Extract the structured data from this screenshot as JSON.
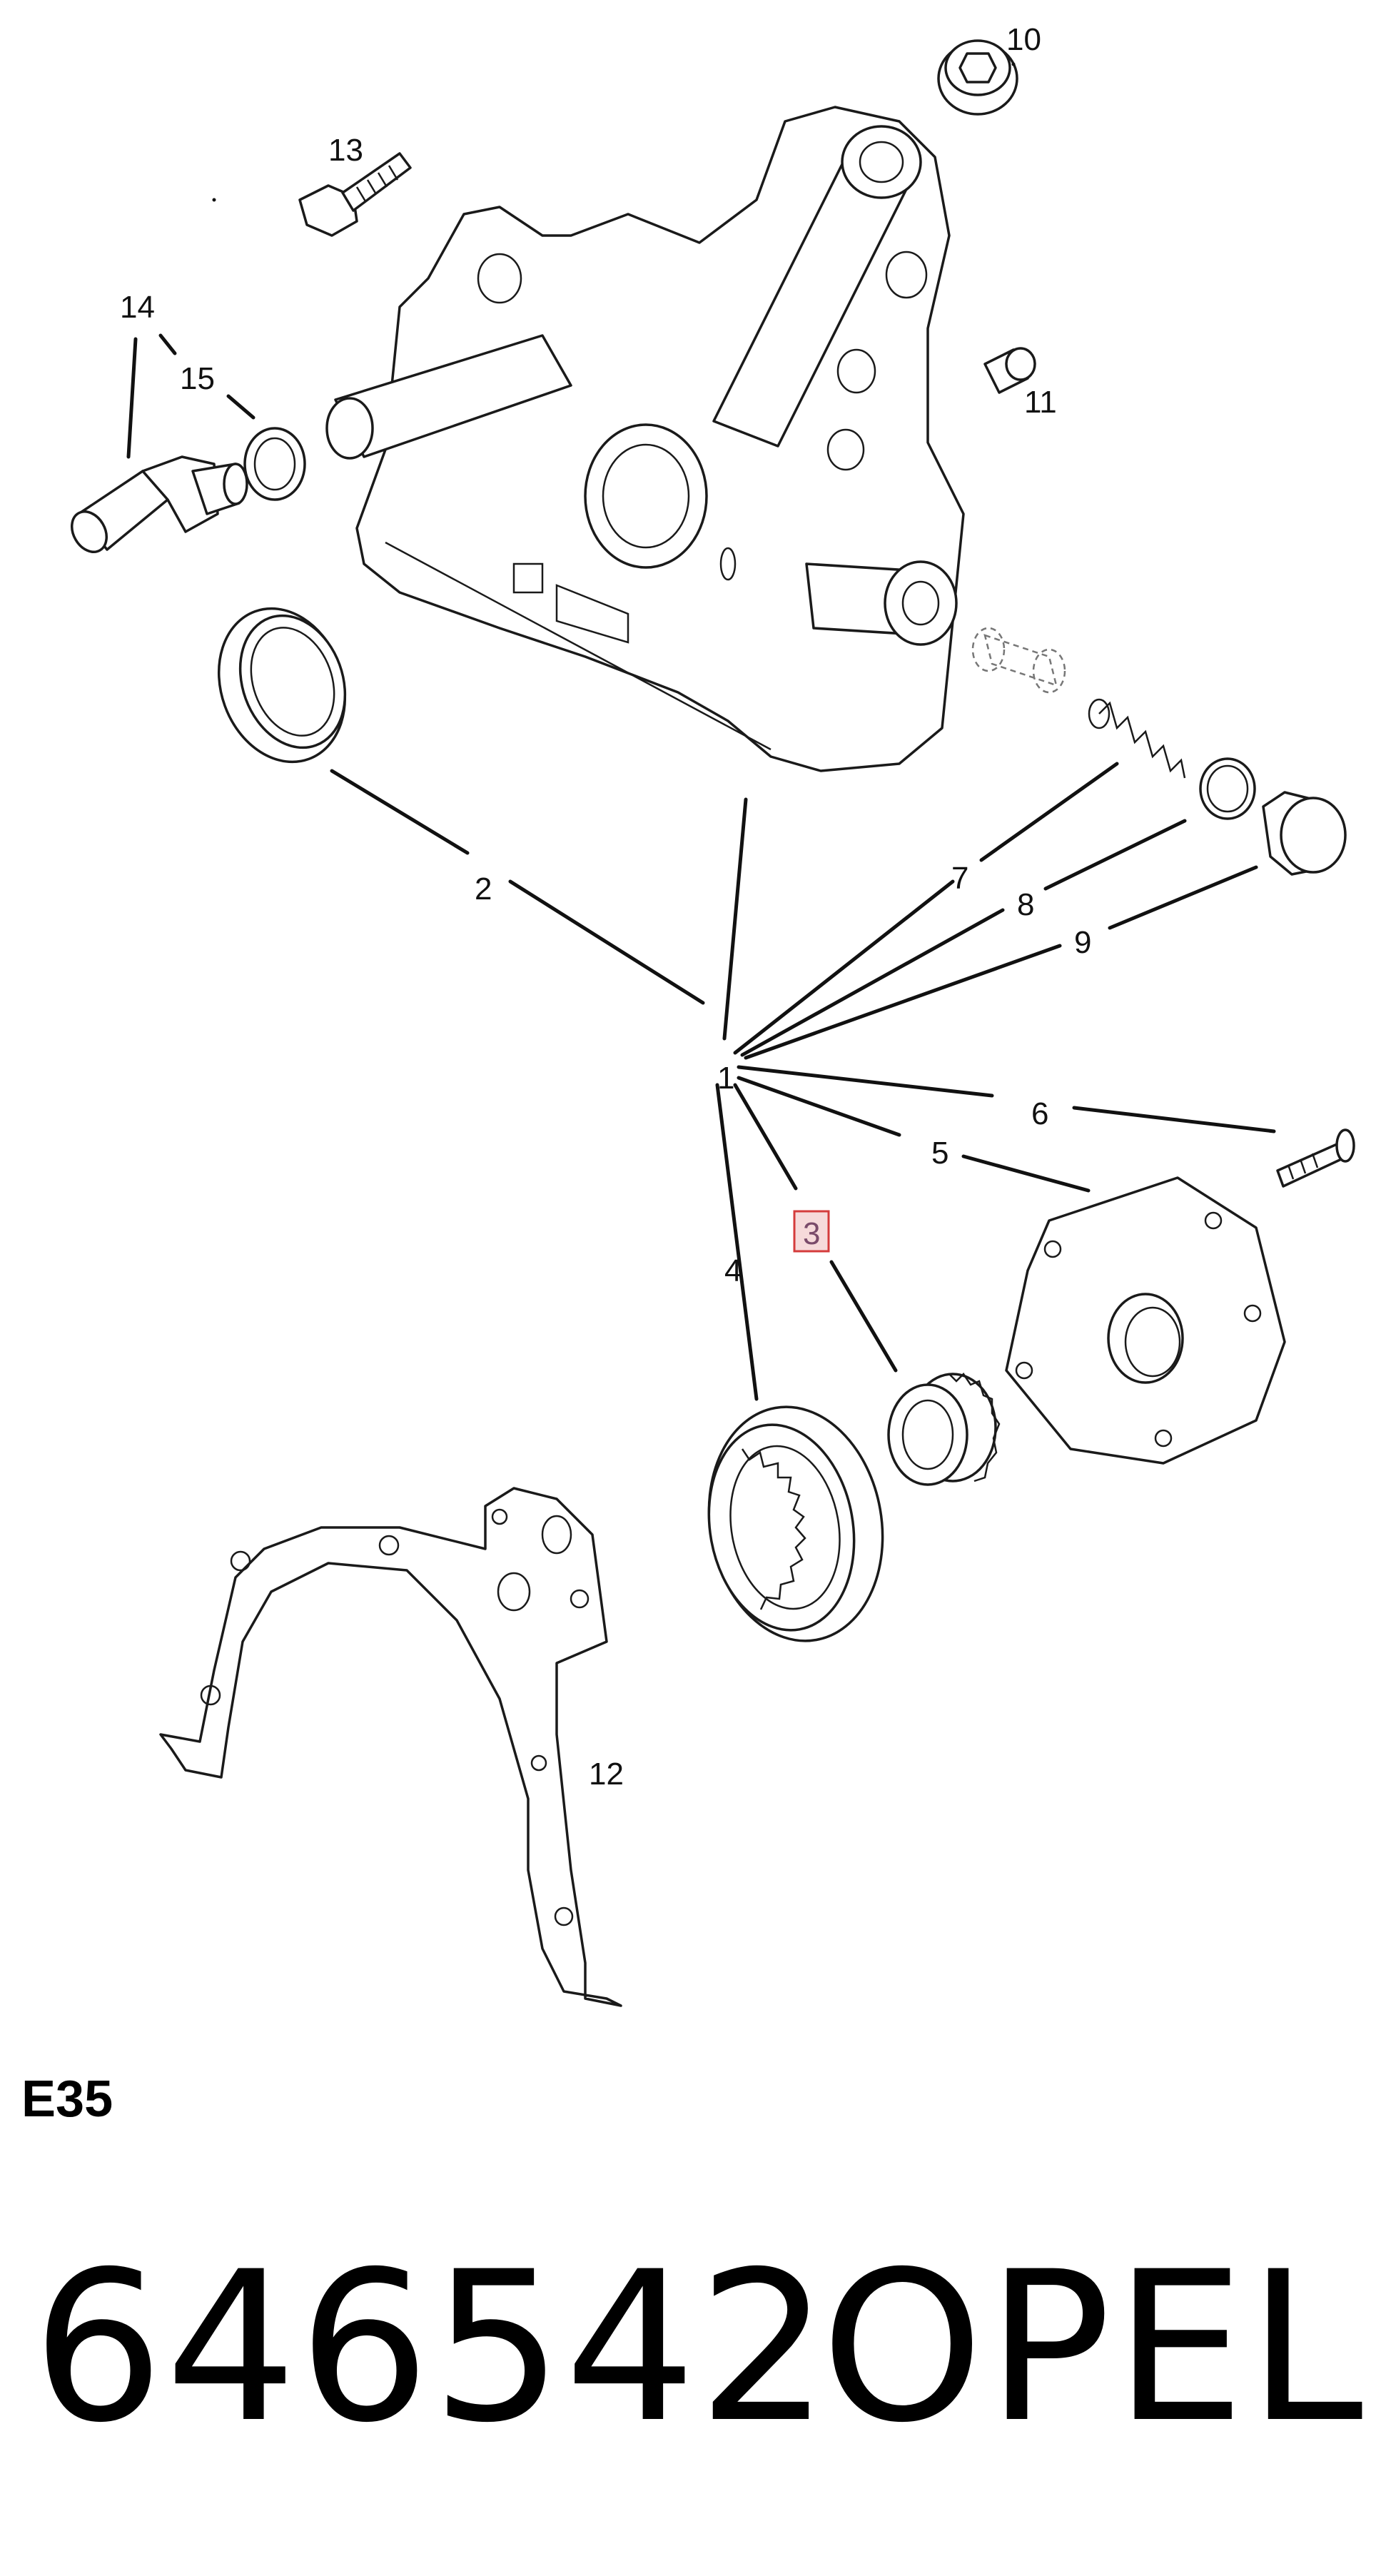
{
  "diagram": {
    "section_code": "E35",
    "part_number": "646542",
    "brand": "OPEL",
    "highlighted_callout": "3",
    "callouts": [
      "1",
      "2",
      "3",
      "4",
      "5",
      "6",
      "7",
      "8",
      "9",
      "10",
      "11",
      "12",
      "13",
      "14",
      "15"
    ]
  }
}
